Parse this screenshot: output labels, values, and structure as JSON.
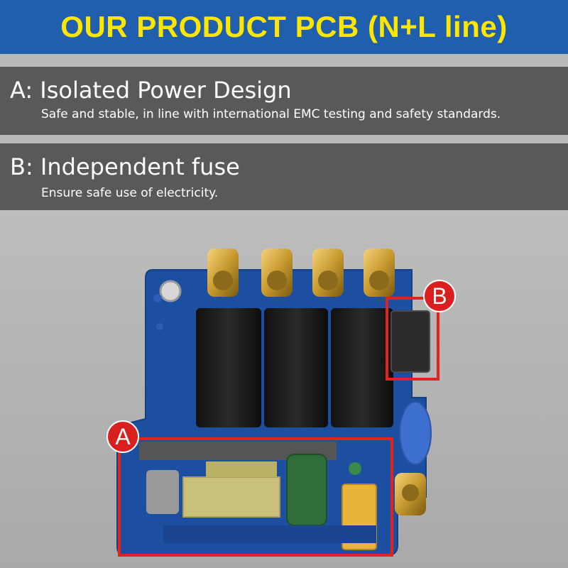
{
  "header": {
    "title": "OUR PRODUCT PCB (N+L line)"
  },
  "features": [
    {
      "title": "A: Isolated Power Design",
      "subtitle": "Safe and stable, in line with international EMC testing and safety standards."
    },
    {
      "title": "B: Independent fuse",
      "subtitle": "Ensure safe use of electricity."
    }
  ],
  "markers": {
    "a": "A",
    "b": "B"
  },
  "colors": {
    "header_bg": "#1f5fae",
    "header_text": "#ffe600",
    "highlight": "#e0231f",
    "pcb": "#1d4fa0"
  }
}
